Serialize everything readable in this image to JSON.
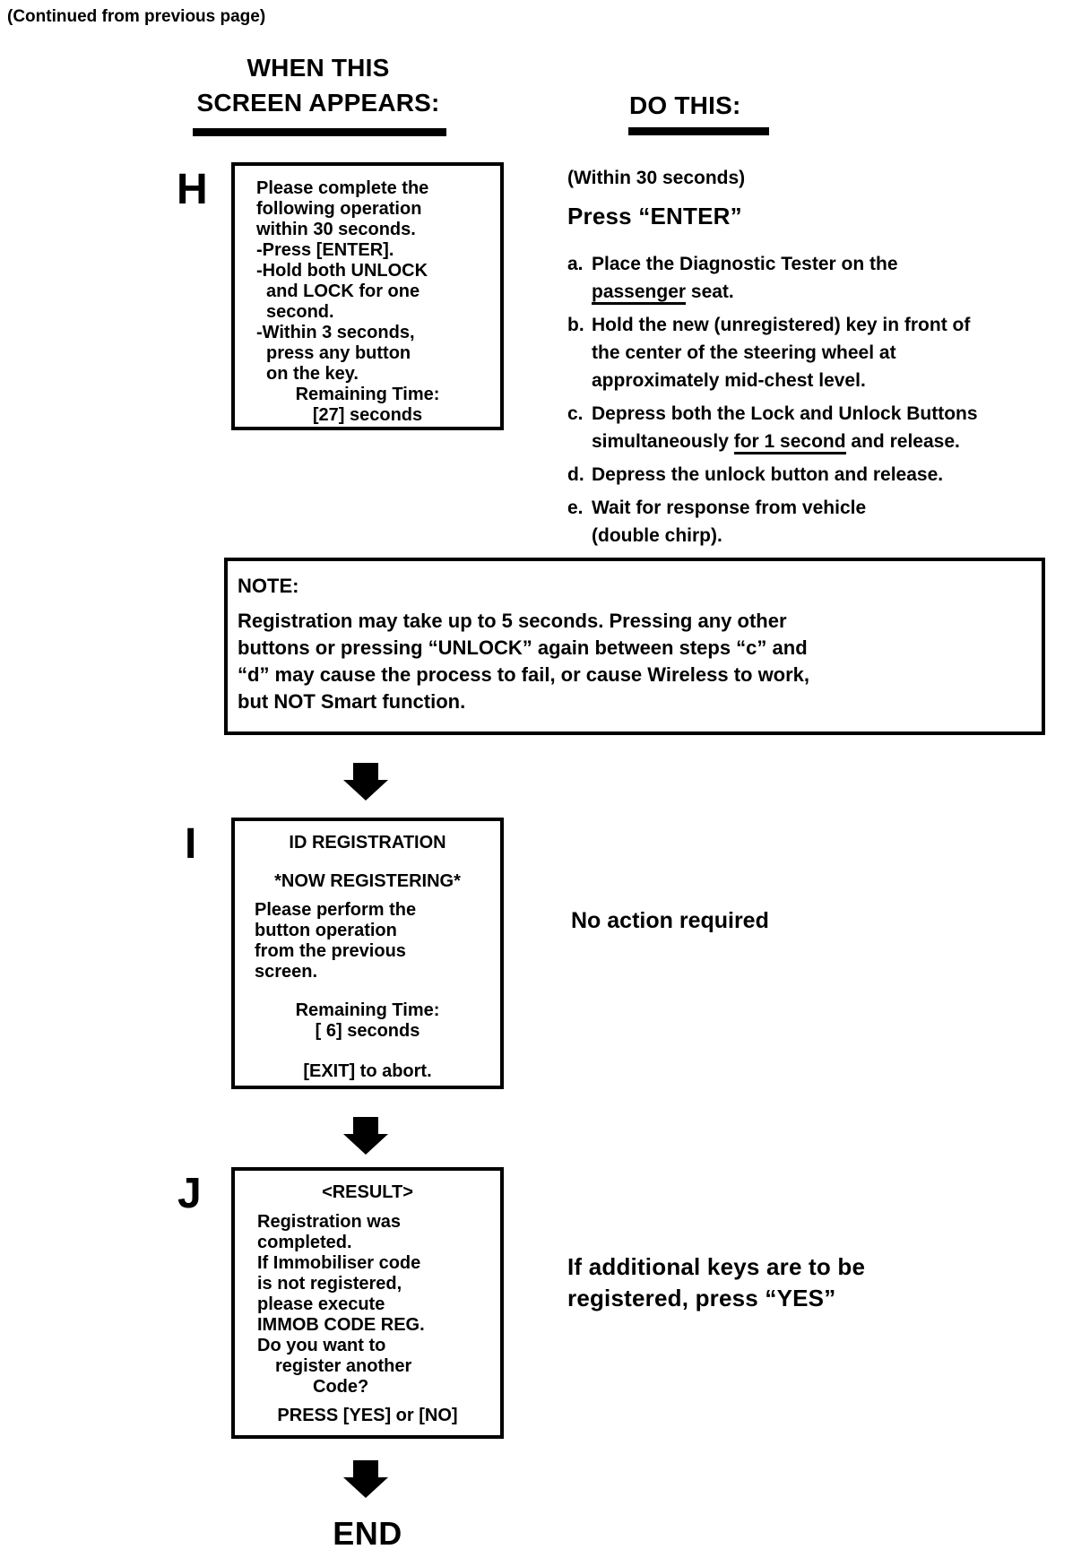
{
  "page": {
    "continued": "(Continued from previous page)",
    "left_header": {
      "line1": "WHEN THIS",
      "line2": "SCREEN APPEARS:"
    },
    "right_header": "DO THIS:",
    "end_label": "END"
  },
  "flow": {
    "h": {
      "label": "H",
      "screen_lines": [
        "Please complete the",
        "following operation",
        "within 30 seconds.",
        "-Press [ENTER].",
        "-Hold both UNLOCK",
        "and LOCK for one",
        "second.",
        "-Within 3 seconds,",
        "press any button",
        "on the key.",
        "Remaining Time:",
        "[27] seconds"
      ],
      "action": {
        "timing": "(Within 30 seconds)",
        "command": "Press “ENTER”",
        "items": [
          {
            "marker": "a.",
            "l1": "Place the Diagnostic Tester on the",
            "l2_u": "passenger",
            "l2_rest": " seat."
          },
          {
            "marker": "b.",
            "l1": "Hold the new (unregistered) key in front of",
            "l2": "the center of the steering wheel at",
            "l3": "approximately mid-chest level."
          },
          {
            "marker": "c.",
            "l1": "Depress both the Lock and Unlock Buttons",
            "l2_pre": "simultaneously ",
            "l2_u": "for 1 second",
            "l2_rest": " and release."
          },
          {
            "marker": "d.",
            "l1": "Depress the unlock button and release."
          },
          {
            "marker": "e.",
            "l1": "Wait for response from vehicle",
            "l2": "(double chirp)."
          }
        ]
      }
    },
    "note": {
      "title": "NOTE:",
      "lines": [
        "Registration may take up to 5 seconds. Pressing any other",
        "buttons or pressing “UNLOCK” again between steps “c” and",
        "“d” may cause the process to fail, or cause Wireless to work,",
        "but NOT Smart function."
      ]
    },
    "i": {
      "label": "I",
      "screen": {
        "title": "ID REGISTRATION",
        "subtitle": "*NOW REGISTERING*",
        "body": [
          "Please perform the",
          "button operation",
          "from the previous",
          "screen."
        ],
        "remaining_label": "Remaining Time:",
        "remaining_value": "[ 6] seconds",
        "abort": "[EXIT] to abort."
      },
      "action": "No action required"
    },
    "j": {
      "label": "J",
      "screen": {
        "title": "<RESULT>",
        "body": [
          "Registration was",
          "completed.",
          "If Immobiliser code",
          "is not registered,",
          "please execute",
          "IMMOB CODE REG.",
          "Do you want to",
          "register another",
          "Code?"
        ],
        "press": "PRESS [YES] or [NO]"
      },
      "action": {
        "line1": "If additional keys are to be",
        "line2": "registered, press “YES”"
      }
    }
  }
}
